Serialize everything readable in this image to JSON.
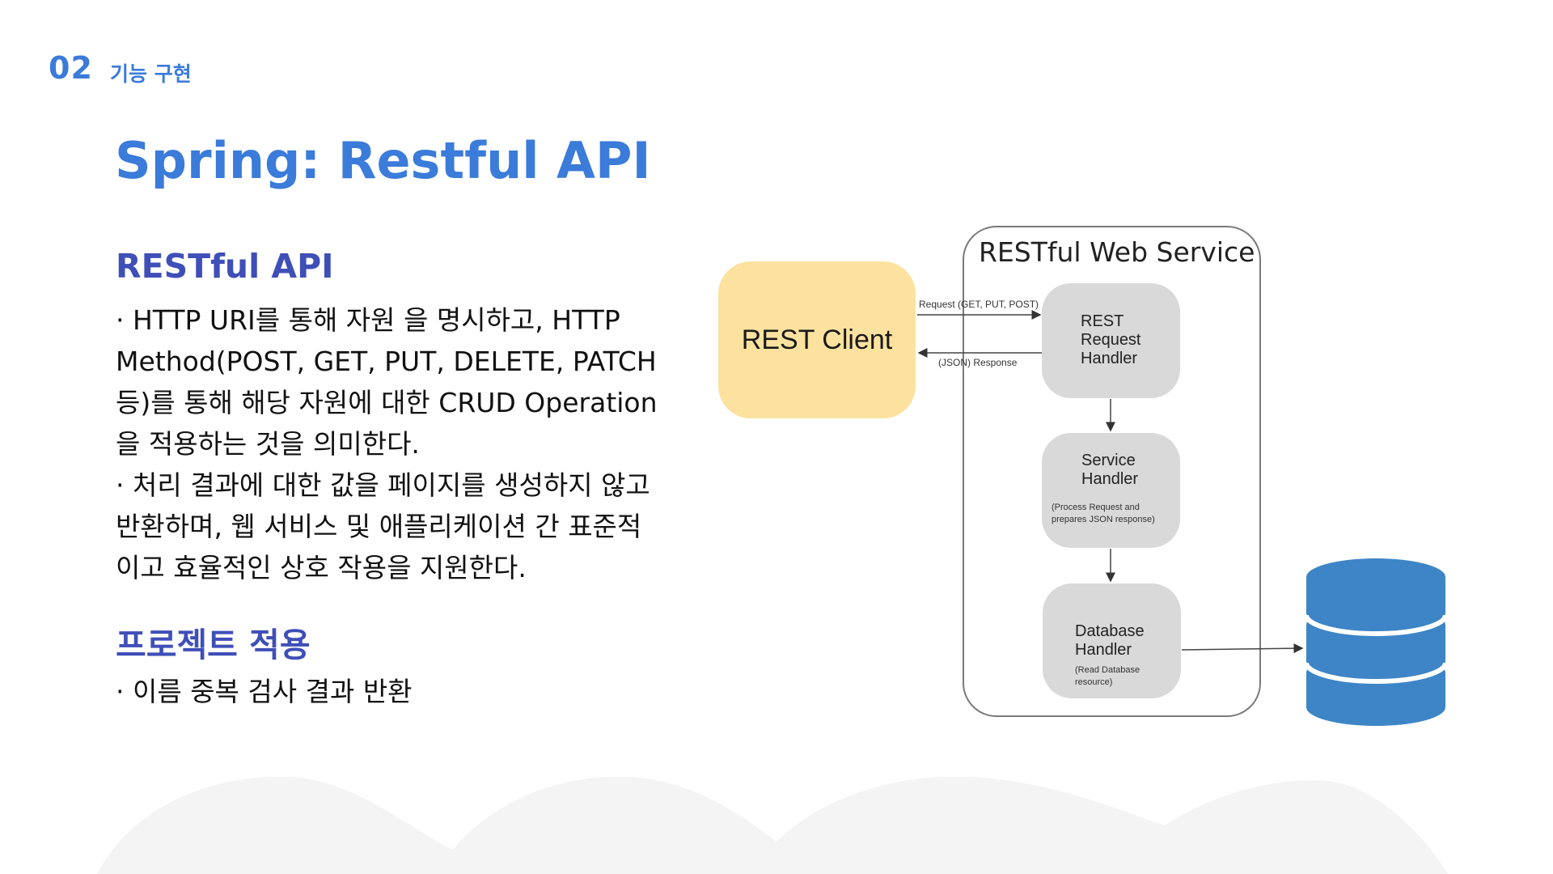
{
  "header": {
    "section_number": "02",
    "section_label": "기능 구현"
  },
  "title": "Spring: Restful API",
  "sections": [
    {
      "heading": "RESTful API",
      "paragraphs": [
        "· HTTP URI를 통해 자원 을 명시하고, HTTP Method(POST, GET, PUT, DELETE, PATCH 등)를 통해 해당 자원에 대한 CRUD Operation을 적용하는 것을 의미한다.",
        "· 처리 결과에 대한 값을 페이지를 생성하지 않고 반환하며, 웹 서비스 및 애플리케이션 간 표준적이고 효율적인 상호 작용을 지원한다."
      ]
    },
    {
      "heading": "프로젝트 적용",
      "paragraphs": [
        "· 이름 중복 검사 결과 반환"
      ]
    }
  ],
  "diagram": {
    "service_title": "RESTful Web Service",
    "client_label": "REST Client",
    "request_label": "Request (GET, PUT, POST)",
    "response_label": "(JSON) Response",
    "handlers": [
      {
        "name": "REST\nRequest\nHandler",
        "note": ""
      },
      {
        "name": "Service\nHandler",
        "note": "(Process Request and\nprepares JSON response)"
      },
      {
        "name": "Database\nHandler",
        "note": "(Read Database\nresource)"
      }
    ],
    "colors": {
      "client_fill": "#fde29f",
      "handler_fill": "#d9d9d9",
      "database_fill": "#3d85c6",
      "accent": "#3b7bd9"
    },
    "database_icon": "database-icon"
  }
}
